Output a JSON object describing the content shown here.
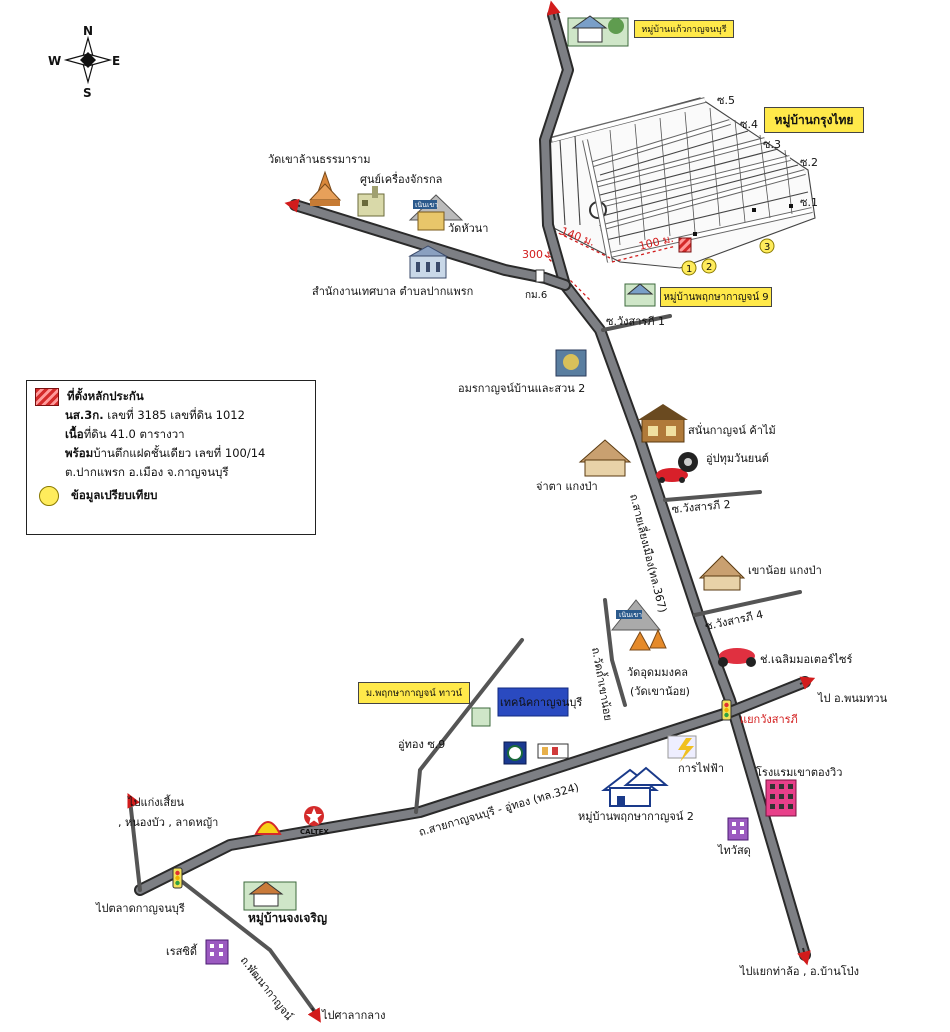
{
  "compass": {
    "north": "N",
    "south": "S",
    "east": "E",
    "west": "W"
  },
  "villages": {
    "top": "หมู่บ้านแก้วกาญจนบุรี",
    "krung_thai": "หมู่บ้านกรุงไทย",
    "phruksa9": "หมู่บ้านพฤกษากาญจน์ 9",
    "phruksa_town": "ม.พฤกษากาญจน์ ทาวน์",
    "phruksa2": "หมู่บ้านพฤกษากาญจน์ 2",
    "jongcharoen": "หมู่บ้านจงเจริญ"
  },
  "sois": {
    "s5": "ซ.5",
    "s4": "ซ.4",
    "s3": "ซ.3",
    "s2": "ซ.2",
    "s1": "ซ.1",
    "wang_sarapee_1": "ซ.วังสารภี 1",
    "wang_sarapee_2": "ซ.วังสารภี 2",
    "wang_sarapee_4": "ซ.วังสารภี 4",
    "u_thong_9": "อู่ทอง ซ.9"
  },
  "distances": {
    "d140": "140 ม.",
    "d100": "100 ม.",
    "d300": "300 ม."
  },
  "markers": {
    "m1": "1",
    "m2": "2",
    "m3": "3",
    "km": "กม.6"
  },
  "places": {
    "wat_khao_lan": "วัดเขาล้านธรรมาราม",
    "machinery_center": "ศูนย์เครื่องจักรกล",
    "wat_hua_na": "วัดหัวนา",
    "wat_hua_na_sign": "เนินเขา",
    "municipal_office": "สำนักงานเทศบาล ตำบลปากแพรก",
    "amornkarn": "อมรกาญจน์บ้านและสวน 2",
    "sanankarn": "สนั่นกาญจน์ ค้าไม้",
    "garage": "อู่ปทุมวันยนต์",
    "jatar": "จ่าตา แกงป่า",
    "khao_noi": "เขาน้อย แกงป่า",
    "motorcycle": "ช่.เฉลิมมอเตอร์ไซร์",
    "wat_udom": "วัดอุดมมงคล",
    "wat_udom_sub": "(วัดเขาน้อย)",
    "wat_udom_sign": "เนินเขา",
    "technic": "เทคนิคกาญจนบุรี",
    "electricity": "การไฟฟ้า",
    "hotel": "โรงแรมเขาตองวิว",
    "thaiwasadu": "ไทวัสดุ",
    "resident": "เรสซิดี้",
    "caltex": "CALTEX"
  },
  "roads": {
    "main_367": "ถ.สายเลี่ยงเมือง(ทล.367)",
    "main_324": "ถ.สายกาญจนบุรี - อู่ทอง (ทล.324)",
    "wat_khao_noi_rd": "ถ.วัดถ้ำเขาน้อย",
    "phatthana": "ถ.พัฒนากาญจน์",
    "junction": "แยกวังสารภี"
  },
  "destinations": {
    "phanom_thuan": "ไป อ.พนมทวน",
    "tha_lo": "ไปแยกท่าล้อ , อ.บ้านโป่ง",
    "kaeng_sian_1": "ไปแก่งเสี้ยน",
    "kaeng_sian_2": ", หนองบัว , ลาดหญ้า",
    "market": "ไปตลาดกาญจนบุรี",
    "court": "ไปศาลากลาง"
  },
  "legend": {
    "collateral": "ที่ตั้งหลักประกัน",
    "deed_prefix": "นส.3ก.",
    "deed_rest": "เลขที่ 3185 เลขที่ดิน 1012",
    "area_prefix": "เนื้อ",
    "area_rest": "ที่ดิน 41.0 ตารางวา",
    "house_prefix": "พร้อม",
    "house_rest": "บ้านตึกแฝดชั้นเดียว เลขที่ 100/14",
    "location": "ต.ปากแพรก อ.เมือง จ.กาญจนบุรี",
    "comparison": "ข้อมูลเปรียบเทียบ"
  },
  "colors": {
    "road_fill": "#7d7f84",
    "road_edge": "#2a2a2a",
    "village_tag": "#ffe94a",
    "collateral": "#d42a2a",
    "comparison_dot": "#ffec5c"
  },
  "icons": [
    "compass-icon",
    "temple-icon",
    "factory-icon",
    "building-icon",
    "shop-icon",
    "car-icon",
    "motorcycle-icon",
    "house-icon",
    "traffic-light-icon",
    "shell-logo-icon",
    "caltex-logo-icon",
    "power-icon",
    "hotel-icon",
    "store-icon"
  ]
}
